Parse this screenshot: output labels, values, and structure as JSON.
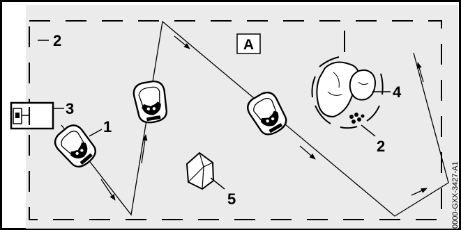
{
  "labels": {
    "area": "A",
    "boundary_wire": "2",
    "boundary_wire_island": "2",
    "charging_station": "3",
    "robot_mower": "1",
    "obstacle_fixed": "4",
    "obstacle_rock": "5"
  },
  "figure_code": "0000-GXX-3427-A1"
}
